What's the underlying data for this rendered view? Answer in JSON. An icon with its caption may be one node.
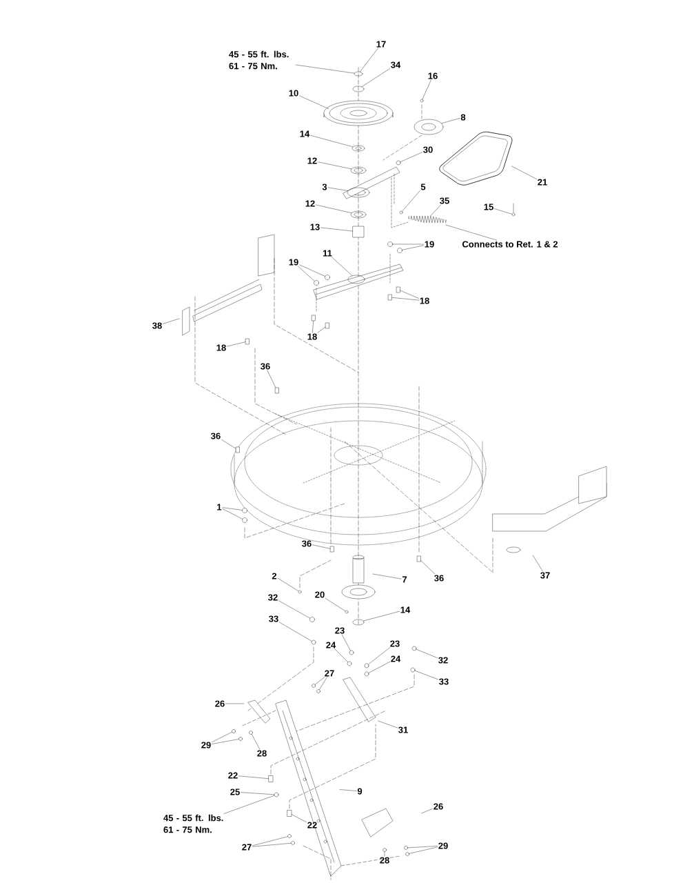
{
  "diagram": {
    "nodes": [
      {
        "text": [
          "45 - 55 ft. lbs. 61 - 75 Nm."
        ]
      },
      {
        "text": [
          "17"
        ]
      },
      {
        "text": [
          "34"
        ]
      },
      {
        "text": [
          "10"
        ]
      },
      {
        "text": [
          "16"
        ]
      },
      {
        "text": [
          "8"
        ]
      },
      {
        "text": [
          "14"
        ]
      },
      {
        "text": [
          "30"
        ]
      },
      {
        "text": [
          "12"
        ]
      },
      {
        "text": [
          "21"
        ]
      },
      {
        "text": [
          "3"
        ]
      },
      {
        "text": [
          "5"
        ]
      },
      {
        "text": [
          "35"
        ]
      },
      {
        "text": [
          "15"
        ]
      },
      {
        "text": [
          "12"
        ]
      },
      {
        "text": [
          "13"
        ]
      },
      {
        "text": [
          "Connects to Ret. 1 & 2"
        ]
      },
      {
        "text": [
          "19"
        ]
      },
      {
        "text": [
          "19"
        ]
      },
      {
        "text": [
          "11"
        ]
      },
      {
        "text": [
          "18"
        ]
      },
      {
        "text": [
          "38"
        ]
      },
      {
        "text": [
          "18"
        ]
      },
      {
        "text": [
          "18"
        ]
      },
      {
        "text": [
          "36"
        ]
      },
      {
        "text": [
          "36"
        ]
      },
      {
        "text": [
          "1"
        ]
      },
      {
        "text": [
          "36"
        ]
      },
      {
        "text": [
          "2"
        ]
      },
      {
        "text": [
          "7"
        ]
      },
      {
        "text": [
          "36"
        ]
      },
      {
        "text": [
          "37"
        ]
      },
      {
        "text": [
          "32"
        ]
      },
      {
        "text": [
          "20"
        ]
      },
      {
        "text": [
          "14"
        ]
      },
      {
        "text": [
          "33"
        ]
      },
      {
        "text": [
          "23"
        ]
      },
      {
        "text": [
          "24"
        ]
      },
      {
        "text": [
          "23"
        ]
      },
      {
        "text": [
          "24"
        ]
      },
      {
        "text": [
          "32"
        ]
      },
      {
        "text": [
          "27"
        ]
      },
      {
        "text": [
          "33"
        ]
      },
      {
        "text": [
          "26"
        ]
      },
      {
        "text": [
          "31"
        ]
      },
      {
        "text": [
          "29"
        ]
      },
      {
        "text": [
          "28"
        ]
      },
      {
        "text": [
          "22"
        ]
      },
      {
        "text": [
          "25"
        ]
      },
      {
        "text": [
          "9"
        ]
      },
      {
        "text": [
          "45 - 55 ft. lbs. 61 - 75 Nm."
        ]
      },
      {
        "text": [
          "26"
        ]
      },
      {
        "text": [
          "22"
        ]
      },
      {
        "text": [
          "27"
        ]
      },
      {
        "text": [
          "29"
        ]
      },
      {
        "text": [
          "28"
        ]
      },
      {
        "text": [],
        "shape": "ellipse"
      },
      {
        "text": [],
        "shape": "ellipse"
      },
      {
        "text": [],
        "shape": "circle"
      },
      {
        "text": [],
        "shape": "ellipse"
      },
      {
        "text": [],
        "shape": "ellipse"
      },
      {
        "text": [],
        "shape": "circle"
      },
      {
        "text": [],
        "shape": "ellipse"
      },
      {
        "text": [],
        "shape": "ellipse"
      },
      {
        "text": [],
        "shape": "circle"
      },
      {
        "text": [],
        "shape": "spring"
      },
      {
        "text": [],
        "shape": "circle"
      },
      {
        "text": [],
        "shape": "ellipse"
      },
      {
        "text": [],
        "shape": "box"
      },
      {
        "text": [],
        "shape": "circle"
      },
      {
        "text": [],
        "shape": "circle"
      },
      {
        "text": [],
        "shape": "circle"
      },
      {
        "text": [],
        "shape": "circle"
      },
      {
        "text": [],
        "shape": "box"
      },
      {
        "text": [],
        "shape": "box"
      },
      {
        "text": [],
        "shape": "box"
      },
      {
        "text": [],
        "shape": "box"
      },
      {
        "text": [],
        "shape": "box"
      },
      {
        "text": [],
        "shape": "box"
      },
      {
        "text": [],
        "shape": "box"
      },
      {
        "text": [],
        "shape": "circle"
      },
      {
        "text": [],
        "shape": "circle"
      },
      {
        "text": [],
        "shape": "box"
      },
      {
        "text": [],
        "shape": "circle"
      },
      {
        "text": [],
        "shape": "box"
      },
      {
        "text": [],
        "shape": "circle"
      },
      {
        "text": [],
        "shape": "circle"
      },
      {
        "text": [],
        "shape": "ellipse"
      },
      {
        "text": [],
        "shape": "circle"
      },
      {
        "text": [],
        "shape": "circle"
      },
      {
        "text": [],
        "shape": "circle"
      },
      {
        "text": [],
        "shape": "circle"
      },
      {
        "text": [],
        "shape": "circle"
      },
      {
        "text": [],
        "shape": "circle"
      },
      {
        "text": [],
        "shape": "circle"
      },
      {
        "text": [],
        "shape": "circle"
      },
      {
        "text": [],
        "shape": "circle"
      },
      {
        "text": [],
        "shape": "circle"
      },
      {
        "text": [],
        "shape": "circle"
      },
      {
        "text": [],
        "shape": "circle"
      },
      {
        "text": [],
        "shape": "box"
      },
      {
        "text": [],
        "shape": "circle"
      },
      {
        "text": [],
        "shape": "box"
      },
      {
        "text": [],
        "shape": "circle"
      },
      {
        "text": [],
        "shape": "circle"
      },
      {
        "text": [],
        "shape": "circle"
      },
      {
        "text": [],
        "shape": "circle"
      },
      {
        "text": [],
        "shape": "circle"
      },
      {
        "text": [],
        "shape": "ellipse"
      }
    ],
    "edges": [
      {
        "from": 0,
        "to": 56,
        "arrow": "none"
      },
      {
        "from": 1,
        "to": 56,
        "arrow": "none"
      },
      {
        "from": 2,
        "to": 57,
        "arrow": "none"
      },
      {
        "from": 3,
        "to": null,
        "arrow": "none"
      },
      {
        "from": 4,
        "to": 58,
        "arrow": "none"
      },
      {
        "from": 5,
        "to": 59,
        "arrow": "none"
      },
      {
        "from": 6,
        "to": 60,
        "arrow": "none"
      },
      {
        "from": 7,
        "to": 61,
        "arrow": "none"
      },
      {
        "from": 8,
        "to": 62,
        "arrow": "none"
      },
      {
        "from": 9,
        "to": null,
        "arrow": "none"
      },
      {
        "from": 10,
        "to": 63,
        "arrow": "none"
      },
      {
        "from": 11,
        "to": 64,
        "arrow": "none"
      },
      {
        "from": 12,
        "to": 65,
        "arrow": "none"
      },
      {
        "from": 13,
        "to": 66,
        "arrow": "none"
      },
      {
        "from": 14,
        "to": 67,
        "arrow": "none"
      },
      {
        "from": 15,
        "to": 68,
        "arrow": "none"
      },
      {
        "from": 16,
        "to": 65,
        "arrow": "none"
      },
      {
        "from": 17,
        "to": 69,
        "arrow": "none"
      },
      {
        "from": 17,
        "to": 70,
        "arrow": "none"
      },
      {
        "from": 18,
        "to": 71,
        "arrow": "none"
      },
      {
        "from": 18,
        "to": 72,
        "arrow": "none"
      },
      {
        "from": 19,
        "to": 108,
        "arrow": "none"
      },
      {
        "from": 20,
        "to": 73,
        "arrow": "none"
      },
      {
        "from": 20,
        "to": 74,
        "arrow": "none"
      },
      {
        "from": 21,
        "to": null,
        "arrow": "none"
      },
      {
        "from": 22,
        "to": 75,
        "arrow": "none"
      },
      {
        "from": 22,
        "to": 76,
        "arrow": "none"
      },
      {
        "from": 23,
        "to": 77,
        "arrow": "none"
      },
      {
        "from": 24,
        "to": 78,
        "arrow": "none"
      },
      {
        "from": 25,
        "to": 79,
        "arrow": "none"
      },
      {
        "from": 26,
        "to": 80,
        "arrow": "none"
      },
      {
        "from": 26,
        "to": 81,
        "arrow": "none"
      },
      {
        "from": 27,
        "to": 82,
        "arrow": "none"
      },
      {
        "from": 28,
        "to": 83,
        "arrow": "none"
      },
      {
        "from": 29,
        "to": null,
        "arrow": "none"
      },
      {
        "from": 30,
        "to": 84,
        "arrow": "none"
      },
      {
        "from": 31,
        "to": null,
        "arrow": "none"
      },
      {
        "from": 32,
        "to": 85,
        "arrow": "none"
      },
      {
        "from": 33,
        "to": 86,
        "arrow": "none"
      },
      {
        "from": 34,
        "to": 87,
        "arrow": "none"
      },
      {
        "from": 35,
        "to": 88,
        "arrow": "none"
      },
      {
        "from": 36,
        "to": 89,
        "arrow": "none"
      },
      {
        "from": 37,
        "to": 90,
        "arrow": "none"
      },
      {
        "from": 38,
        "to": 91,
        "arrow": "none"
      },
      {
        "from": 39,
        "to": 92,
        "arrow": "none"
      },
      {
        "from": 40,
        "to": 93,
        "arrow": "none"
      },
      {
        "from": 41,
        "to": 94,
        "arrow": "none"
      },
      {
        "from": 41,
        "to": 95,
        "arrow": "none"
      },
      {
        "from": 42,
        "to": 96,
        "arrow": "none"
      },
      {
        "from": 43,
        "to": null,
        "arrow": "none"
      },
      {
        "from": 44,
        "to": null,
        "arrow": "none"
      },
      {
        "from": 45,
        "to": 97,
        "arrow": "none"
      },
      {
        "from": 45,
        "to": 98,
        "arrow": "none"
      },
      {
        "from": 46,
        "to": 99,
        "arrow": "none"
      },
      {
        "from": 47,
        "to": 100,
        "arrow": "none"
      },
      {
        "from": 48,
        "to": 101,
        "arrow": "none"
      },
      {
        "from": 49,
        "to": null,
        "arrow": "none"
      },
      {
        "from": 50,
        "to": 101,
        "arrow": "none"
      },
      {
        "from": 51,
        "to": null,
        "arrow": "none"
      },
      {
        "from": 52,
        "to": 102,
        "arrow": "none"
      },
      {
        "from": 53,
        "to": 103,
        "arrow": "none"
      },
      {
        "from": 53,
        "to": 104,
        "arrow": "none"
      },
      {
        "from": 54,
        "to": 105,
        "arrow": "none"
      },
      {
        "from": 54,
        "to": 106,
        "arrow": "none"
      },
      {
        "from": 55,
        "to": 107,
        "arrow": "none"
      }
    ]
  }
}
